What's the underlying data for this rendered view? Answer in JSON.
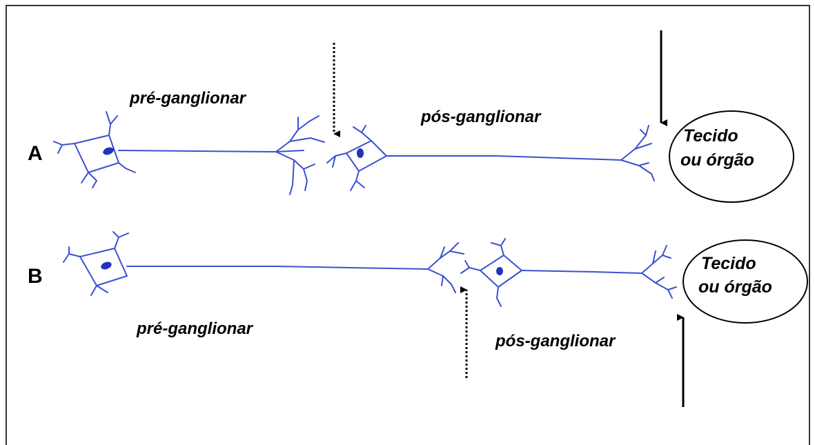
{
  "diagram": {
    "row_a": {
      "label": "A",
      "preganglionic_label": "pré-ganglionar",
      "postganglionic_label": "pós-ganglionar",
      "target": {
        "line1": "Tecido",
        "line2": "ou órgão"
      }
    },
    "row_b": {
      "label": "B",
      "preganglionic_label": "pré-ganglionar",
      "postganglionic_label": "pós-ganglionar",
      "target": {
        "line1": "Tecido",
        "line2": "ou órgão"
      }
    },
    "colors": {
      "neuron": "#3b4fd0",
      "nucleus": "#2233bb",
      "text": "#000000",
      "frame": "#333333"
    }
  }
}
